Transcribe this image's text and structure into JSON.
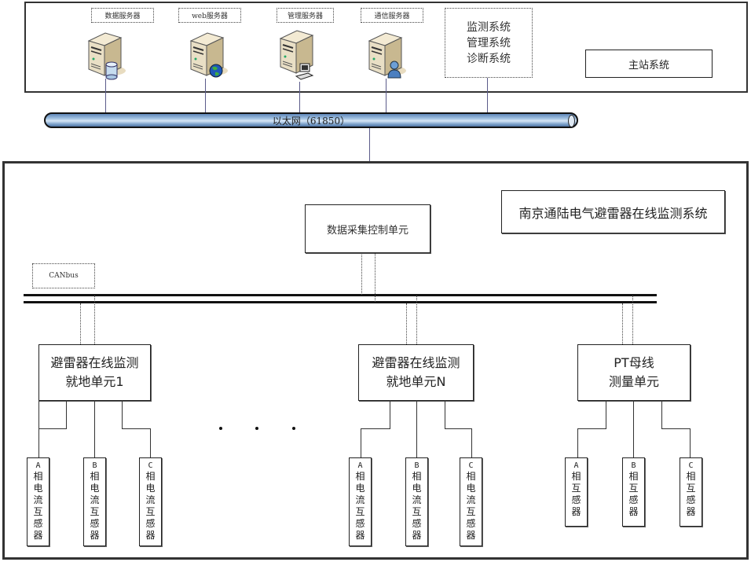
{
  "master_station": {
    "title": "主站系统",
    "servers": [
      {
        "label": "数据服务器",
        "icon": "database-server-icon"
      },
      {
        "label": "web服务器",
        "icon": "web-server-icon"
      },
      {
        "label": "管理服务器",
        "icon": "management-server-icon"
      },
      {
        "label": "通信服务器",
        "icon": "communication-server-icon"
      }
    ],
    "systems": [
      "监测系统",
      "管理系统",
      "诊断系统"
    ]
  },
  "network": {
    "label": "以太网（61850）"
  },
  "substation": {
    "title": "南京通陆电气避雷器在线监测系统",
    "dacu": "数据采集控制单元",
    "bus_label": "CANbus",
    "ellipsis": "• • •",
    "units": [
      {
        "line1": "避雷器在线监测",
        "line2": "就地单元1",
        "sensors": [
          {
            "phase": "A",
            "chars": [
              "相",
              "电",
              "流",
              "互",
              "感",
              "器"
            ]
          },
          {
            "phase": "B",
            "chars": [
              "相",
              "电",
              "流",
              "互",
              "感",
              "器"
            ]
          },
          {
            "phase": "C",
            "chars": [
              "相",
              "电",
              "流",
              "互",
              "感",
              "器"
            ]
          }
        ]
      },
      {
        "line1": "避雷器在线监测",
        "line2": "就地单元N",
        "sensors": [
          {
            "phase": "A",
            "chars": [
              "相",
              "电",
              "流",
              "互",
              "感",
              "器"
            ]
          },
          {
            "phase": "B",
            "chars": [
              "相",
              "电",
              "流",
              "互",
              "感",
              "器"
            ]
          },
          {
            "phase": "C",
            "chars": [
              "相",
              "电",
              "流",
              "互",
              "感",
              "器"
            ]
          }
        ]
      },
      {
        "line1": "PT母线",
        "line2": "测量单元",
        "sensors": [
          {
            "phase": "A",
            "chars": [
              "相",
              "互",
              "感",
              "器"
            ]
          },
          {
            "phase": "B",
            "chars": [
              "相",
              "互",
              "感",
              "器"
            ]
          },
          {
            "phase": "C",
            "chars": [
              "相",
              "互",
              "感",
              "器"
            ]
          }
        ]
      }
    ]
  }
}
